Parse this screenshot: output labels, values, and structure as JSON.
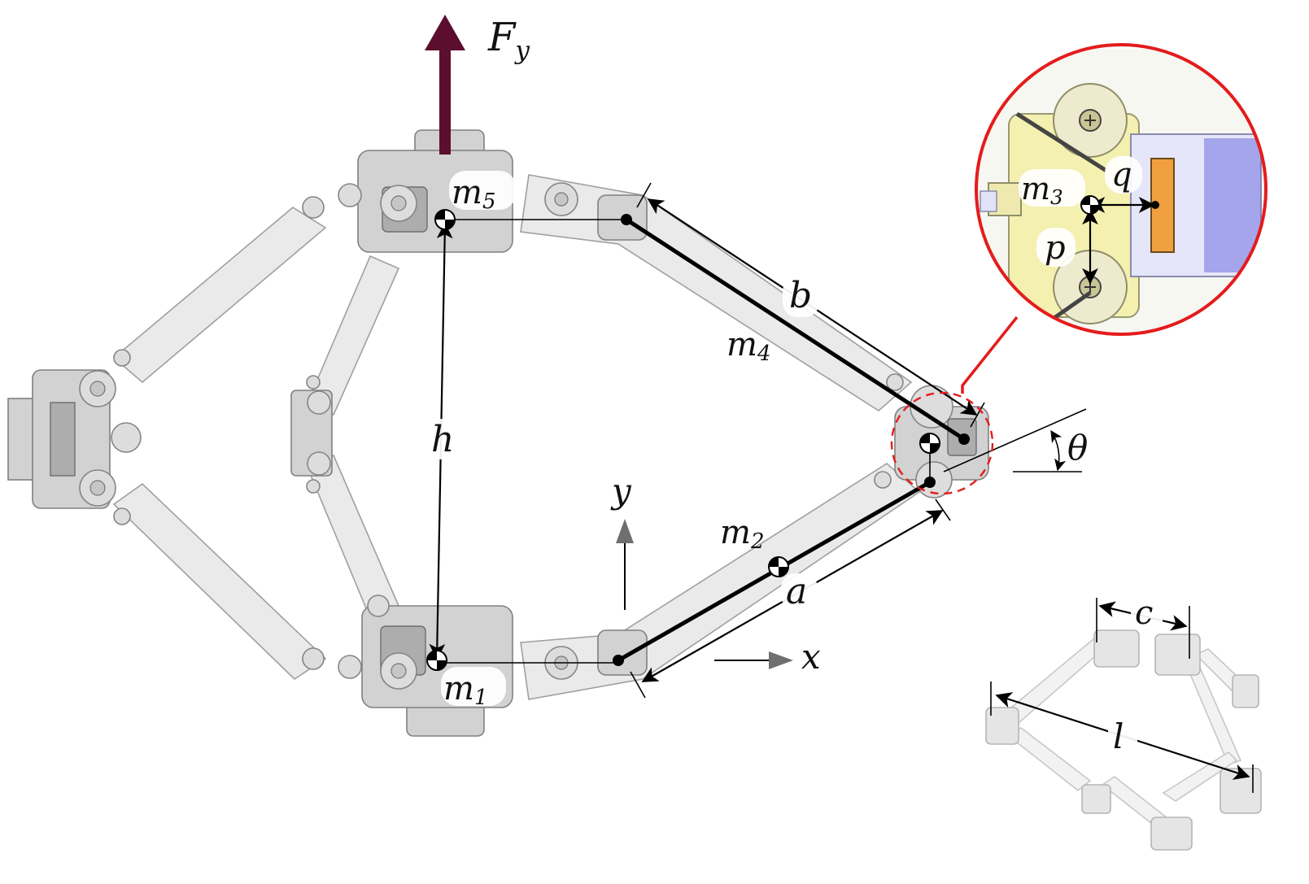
{
  "labels": {
    "force": "F",
    "force_sub": "y",
    "m1": "m",
    "m1_sub": "1",
    "m2": "m",
    "m2_sub": "2",
    "m3": "m",
    "m3_sub": "3",
    "m4": "m",
    "m4_sub": "4",
    "m5": "m",
    "m5_sub": "5",
    "a": "a",
    "b": "b",
    "h": "h",
    "p": "p",
    "q": "q",
    "theta": "θ",
    "x_axis": "x",
    "y_axis": "y",
    "c": "c",
    "l": "l"
  },
  "colors": {
    "force_arrow": "#5c0e2e",
    "detail_circle": "#e41c1c",
    "axis_arrow": "#6f6f6f",
    "detail_orange": "#f0a040",
    "detail_blue": "#7070e0",
    "detail_yellow": "#f4f0b0"
  }
}
